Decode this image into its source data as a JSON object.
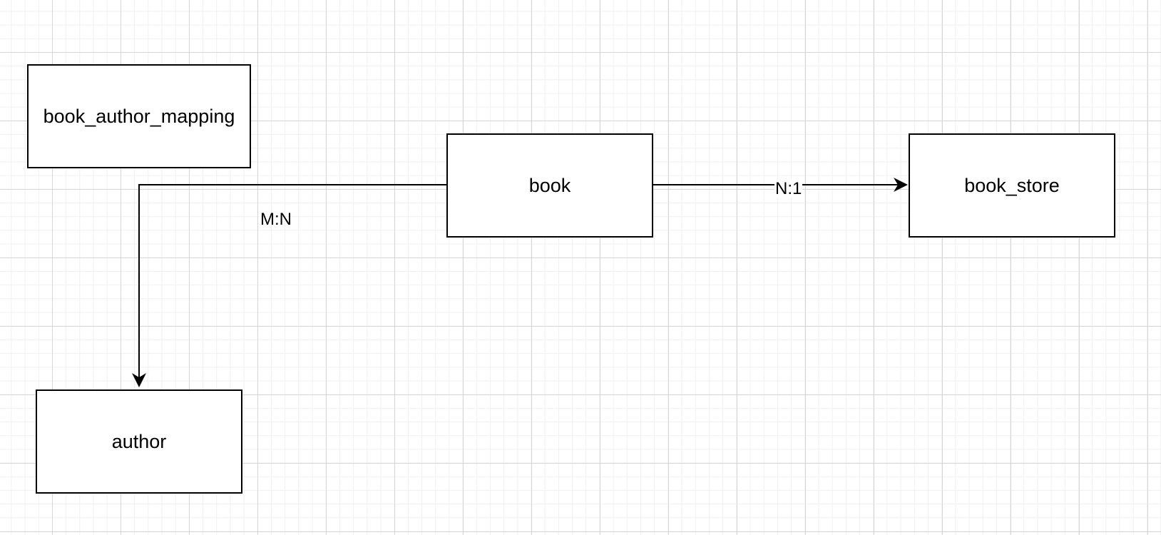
{
  "diagram": {
    "entities": {
      "book_author_mapping": "book_author_mapping",
      "book": "book",
      "book_store": "book_store",
      "author": "author"
    },
    "relationships": {
      "book_to_author": "M:N",
      "book_to_book_store": "N:1"
    }
  }
}
